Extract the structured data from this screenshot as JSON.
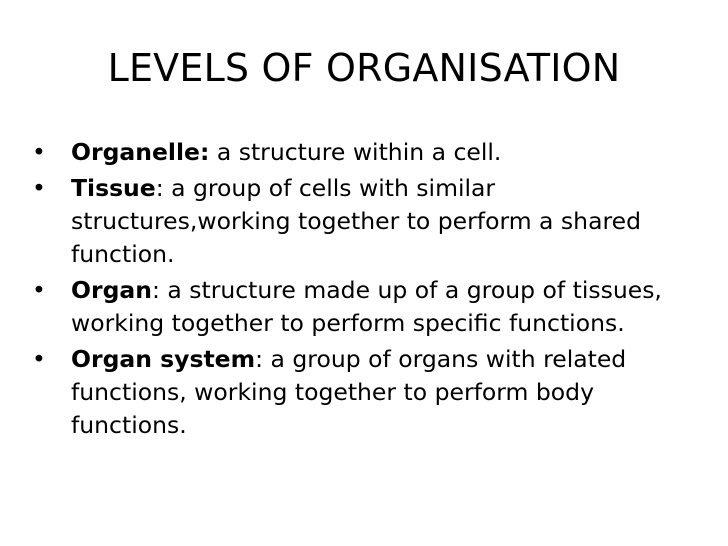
{
  "slide": {
    "title": "LEVELS OF ORGANISATION",
    "bullet_symbol": "•",
    "bullets": [
      {
        "term": "Organelle:",
        "definition": " a structure within a cell."
      },
      {
        "term": "Tissue",
        "definition": ": a group of cells with similar structures,working together to perform a shared function."
      },
      {
        "term": "Organ",
        "definition": ": a structure made up of a group of tissues, working together to perform specific functions."
      },
      {
        "term": "Organ system",
        "definition": ": a group of organs with related functions, working together to perform body functions."
      }
    ]
  }
}
